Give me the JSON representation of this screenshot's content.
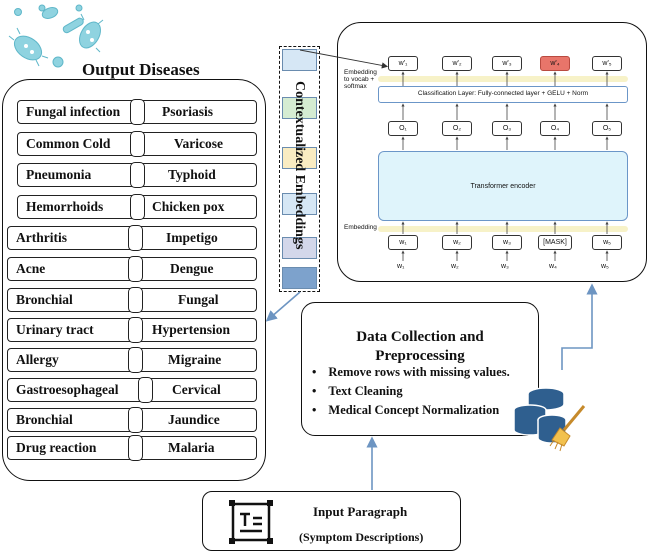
{
  "output_diseases": {
    "title": "Output Diseases",
    "rows": [
      {
        "left": "Fungal infection",
        "right": "Psoriasis"
      },
      {
        "left": "Common Cold",
        "right": "Varicose"
      },
      {
        "left": "Pneumonia",
        "right": "Typhoid"
      },
      {
        "left": "Hemorrhoids",
        "right": "Chicken pox"
      },
      {
        "left": "Arthritis",
        "right": "Impetigo"
      },
      {
        "left": "Acne",
        "right": "Dengue"
      },
      {
        "left": "Bronchial",
        "right": "Fungal"
      },
      {
        "left": "Urinary tract",
        "right": "Hypertension"
      },
      {
        "left": "Allergy",
        "right": "Migraine"
      },
      {
        "left": "Gastroesophageal",
        "right": "Cervical"
      },
      {
        "left": "Bronchial",
        "right": "Jaundice"
      },
      {
        "left": "Drug reaction",
        "right": "Malaria"
      }
    ]
  },
  "embeddings": {
    "label": "Contextualized Embeddings",
    "box_colors": [
      "#d6e7f5",
      "#d5ecd2",
      "#f9ecc2",
      "#d6e7f5",
      "#d3d7ea",
      "#7da2cc"
    ]
  },
  "model": {
    "outputs": [
      "w'₁",
      "w'₂",
      "w'₃",
      "w'₄",
      "w'₅"
    ],
    "highlight_index": 3,
    "vocab_label_line1": "Embedding",
    "vocab_label_line2": "to vocab +",
    "vocab_label_line3": "softmax",
    "classification_layer": "Classification Layer: Fully-connected layer + GELU + Norm",
    "hidden": [
      "O₁",
      "O₂",
      "O₃",
      "O₄",
      "O₅"
    ],
    "encoder": "Transformer encoder",
    "embedding_label": "Embedding",
    "inputs": [
      "w₁",
      "w₂",
      "w₃",
      "[MASK]",
      "w₅"
    ],
    "raw_inputs": [
      "w₁",
      "w₂",
      "w₃",
      "w₄",
      "w₅"
    ]
  },
  "data_collection": {
    "title_line1": "Data Collection and",
    "title_line2": "Preprocessing",
    "steps": [
      "Remove rows with missing values.",
      "Text Cleaning",
      "Medical Concept Normalization"
    ]
  },
  "input": {
    "title": "Input Paragraph",
    "subtitle": "(Symptom Descriptions)"
  },
  "colors": {
    "arrow": "#6d95c2",
    "encoder_fill": "#dff4fb",
    "classification_border": "#6b96c8",
    "highlight": "#e8756a",
    "database": "#2f5f8f",
    "germ": "#8fd3e0"
  }
}
